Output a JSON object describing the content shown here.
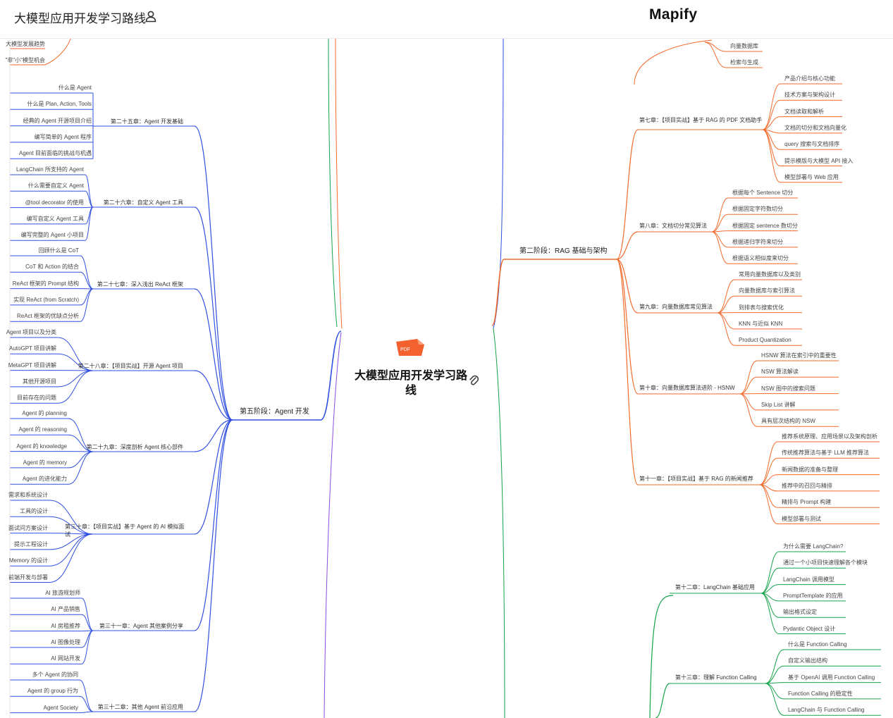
{
  "header": {
    "title": "大模型应用开发学习路线",
    "brand": "Mapify"
  },
  "center": {
    "title": "大模型应用开发学习路线"
  },
  "colors": {
    "orange": "#f26b2b",
    "blue": "#3050e0",
    "green": "#17a34a",
    "purple": "#8a4fe0"
  },
  "icons": {
    "user": "user-icon",
    "pdf": "pdf-icon",
    "attach": "paperclip-icon"
  },
  "left_stage": {
    "label": "第五阶段：Agent 开发",
    "top_fragments": [
      "大模型发展趋势",
      "\"非\"小\"模型机会"
    ],
    "chapters": [
      {
        "label": "第二十五章：Agent 开发基础",
        "items": [
          "什么是 Agent",
          "什么是 Plan, Action, Tools",
          "经典的 Agent 开源项目介绍",
          "编写简单的 Agent 程序",
          "Agent 目前面临的挑战与机遇"
        ]
      },
      {
        "label": "第二十六章：自定义 Agent 工具",
        "items": [
          "LangChain 所支持的 Agent",
          "什么需要自定义 Agent",
          "@tool decorator 的使用",
          "编写自定义 Agent 工具",
          "编写完整的 Agent 小项目"
        ]
      },
      {
        "label": "第二十七章：深入浅出 ReAct 框架",
        "items": [
          "回顾什么是 CoT",
          "CoT 和 Action 的结合",
          "ReAct 框架的 Prompt 结构",
          "实现 ReAct (from Scratch)",
          "ReAct 框架的优缺点分析"
        ]
      },
      {
        "label": "第二十八章：【项目实战】开源 Agent 项目",
        "items": [
          "Agent 项目以及分类",
          "AutoGPT 项目讲解",
          "MetaGPT 项目讲解",
          "其他开源项目",
          "目前存在的问题"
        ]
      },
      {
        "label": "第二十九章：深度剖析 Agent 核心部件",
        "items": [
          "Agent 的 planning",
          "Agent 的 reasoning",
          "Agent 的 knowledge",
          "Agent 的 memory",
          "Agent 的进化能力"
        ]
      },
      {
        "label": "第三十章：【项目实战】基于 Agent 的 AI 模拟面试",
        "items": [
          "需求和系统设计",
          "工具的设计",
          "面试问方案设计",
          "提示工程设计",
          "Memory 的设计",
          "前端开发与部署"
        ]
      },
      {
        "label": "第三十一章：Agent 其他案例分享",
        "items": [
          "AI 旅游规划师",
          "AI 产品销售",
          "AI 房租推荐",
          "AI 图像处理",
          "AI 网站开发"
        ]
      },
      {
        "label": "第三十二章：其他 Agent 前沿应用",
        "items": [
          "多个 Agent 的协同",
          "Agent 的 group 行为",
          "Agent Society"
        ]
      }
    ]
  },
  "right_stage": {
    "label": "第二阶段：RAG 基础与架构",
    "top_items": [
      "向量数据库",
      "检索与生成"
    ],
    "chapters": [
      {
        "label": "第七章：【项目实战】基于 RAG 的 PDF 文档助手",
        "items": [
          "产品介绍与核心功能",
          "技术方案与架构设计",
          "文档读取和解析",
          "文档的切分和文档向量化",
          "query 搜索与文档排序",
          "提示模版与大模型 API 接入",
          "模型部署与 Web 应用"
        ]
      },
      {
        "label": "第八章：文档切分常见算法",
        "items": [
          "根据每个 Sentence 切分",
          "根据固定字符数切分",
          "根据固定 sentence 数切分",
          "根据递归字符来切分",
          "根据语义相似度来切分"
        ]
      },
      {
        "label": "第九章：向量数据库常见算法",
        "items": [
          "常用向量数据库以及类别",
          "向量数据库与索引算法",
          "到排表与搜索优化",
          "KNN 与近似 KNN",
          "Product Quantization"
        ]
      },
      {
        "label": "第十章：向量数据库算法进阶 - HSNW",
        "items": [
          "HSNW 算法在索引中的重要性",
          "NSW 算法解读",
          "NSW 图中的搜索问题",
          "Skip List 讲解",
          "具有层次结构的 NSW"
        ]
      },
      {
        "label": "第十一章：【项目实战】基于 RAG 的新闻推荐",
        "items": [
          "推荐系统原理、应用场景以及架构剖析",
          "传统推荐算法与基于 LLM 推荐算法",
          "新闻数据的准备与整理",
          "推荐中的召回与精排",
          "精排与 Prompt 构建",
          "模型部署与测试"
        ]
      }
    ]
  },
  "green_stage": {
    "chapters": [
      {
        "label": "第十二章：LangChain 基础应用",
        "items": [
          "为什么需要 LangChain?",
          "通过一个小项目快速理解各个模块",
          "LangChain 调用模型",
          "PromptTemplate 的应用",
          "输出格式设定",
          "Pydantic Object 设计"
        ]
      },
      {
        "label": "第十三章：理解 Function Calling",
        "items": [
          "什么是 Function Calling",
          "自定义输出结构",
          "基于 OpenAI 调用 Function Calling",
          "Function Calling 的稳定性",
          "LangChain 与 Function Calling"
        ]
      }
    ]
  }
}
